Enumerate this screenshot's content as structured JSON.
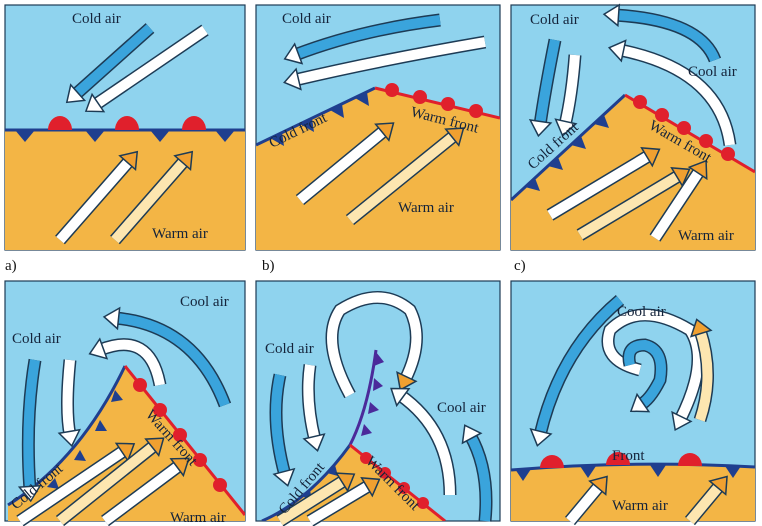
{
  "colors": {
    "sky": "#8fd3ee",
    "warm_sector": "#f3b545",
    "cold_front": "#1f3f8f",
    "warm_front": "#e0202c",
    "occluded_front": "#4b2a9a",
    "cold_arrow": "#3aa4dc",
    "warm_arrow": "#f0a030"
  },
  "panels": [
    {
      "id": "a",
      "label": "a)",
      "texts": {
        "cold_air": "Cold air",
        "warm_air": "Warm air"
      }
    },
    {
      "id": "b",
      "label": "b)",
      "texts": {
        "cold_air": "Cold air",
        "cold_front": "Cold front",
        "warm_front": "Warm front",
        "warm_air": "Warm air"
      }
    },
    {
      "id": "c",
      "label": "c)",
      "texts": {
        "cold_air": "Cold air",
        "cool_air": "Cool air",
        "cold_front": "Cold front",
        "warm_front": "Warm front",
        "warm_air": "Warm air"
      }
    },
    {
      "id": "d",
      "texts": {
        "cool_air": "Cool air",
        "cold_air": "Cold air",
        "cold_front": "Cold front",
        "warm_front": "Warm front",
        "warm_air": "Warm air"
      }
    },
    {
      "id": "e",
      "texts": {
        "cold_air": "Cold air",
        "cool_air": "Cool air",
        "cold_front": "Cold front",
        "warm_front": "Warm front"
      }
    },
    {
      "id": "f",
      "texts": {
        "cool_air": "Cool air",
        "front": "Front",
        "warm_air": "Warm air"
      }
    }
  ]
}
